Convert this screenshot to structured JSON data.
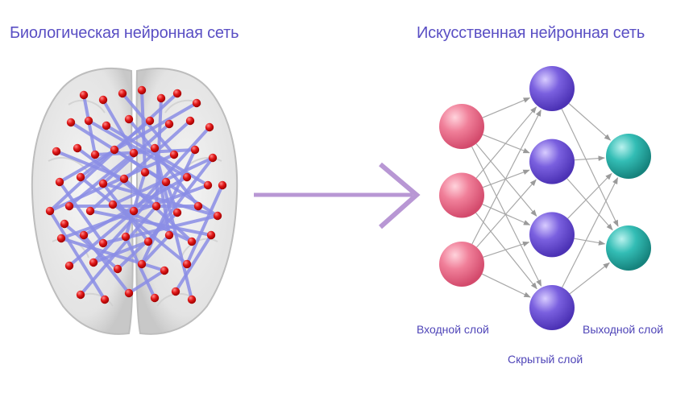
{
  "titles": {
    "biological": "Биологическая нейронная сеть",
    "artificial": "Искусственная нейронная сеть"
  },
  "layers": {
    "input": "Входной слой",
    "hidden": "Скрытый слой",
    "output": "Выходной слой"
  },
  "colors": {
    "title_text": "#5a4fc4",
    "input_node": "#ee6f8d",
    "hidden_node": "#6f55d6",
    "output_node": "#2fb3ac",
    "arrow": "#b897d4",
    "brain_edges": "#8b8ee6",
    "brain_nodes": "#d81414"
  },
  "network": {
    "input_count": 3,
    "hidden_count": 4,
    "output_count": 2
  }
}
